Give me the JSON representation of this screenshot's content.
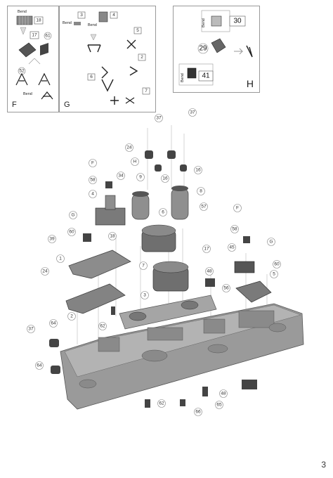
{
  "panels": {
    "F": {
      "label": "F",
      "bend": "Bend",
      "parts": [
        "18",
        "17",
        "61",
        "52"
      ]
    },
    "G": {
      "label": "G",
      "bend": "Bend",
      "parts": [
        "3",
        "4",
        "5",
        "2",
        "6",
        "7"
      ]
    },
    "H": {
      "label": "H",
      "bend": "Bend",
      "parts": [
        "30",
        "29",
        "41"
      ]
    }
  },
  "main": {
    "part_labels": [
      "37",
      "37",
      "24",
      "16",
      "16",
      "F",
      "H",
      "9",
      "58",
      "34",
      "4",
      "8",
      "6",
      "57",
      "G",
      "60",
      "39",
      "18",
      "1",
      "7",
      "3",
      "24",
      "2",
      "62",
      "F",
      "58",
      "45",
      "G",
      "17",
      "60",
      "48",
      "5",
      "56",
      "37",
      "64",
      "64",
      "62",
      "66",
      "65",
      "48"
    ],
    "callout_letters": [
      "F",
      "H",
      "G",
      "F",
      "G"
    ]
  },
  "page_number": "3"
}
